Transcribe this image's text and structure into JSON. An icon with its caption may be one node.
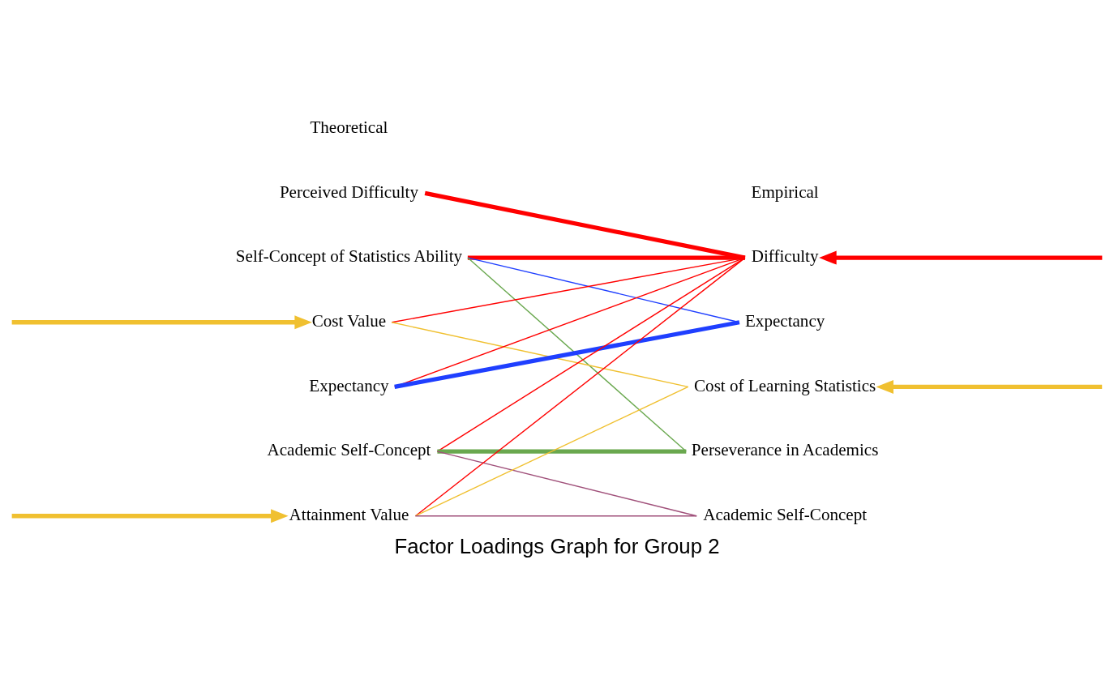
{
  "diagram": {
    "caption": "Factor Loadings Graph for Group 2",
    "nodes": [
      {
        "text": [
          "Perceived Difficulty"
        ]
      },
      {
        "text": [
          "Self-Concept of Statistics Ability"
        ]
      },
      {
        "text": [
          "Cost Value"
        ]
      },
      {
        "text": [
          "Expectancy"
        ]
      },
      {
        "text": [
          "Academic Self-Concept"
        ]
      },
      {
        "text": [
          "Attainment Value"
        ]
      },
      {
        "text": [
          "Difficulty"
        ]
      },
      {
        "text": [
          "Expectancy"
        ]
      },
      {
        "text": [
          "Cost of Learning Statistics"
        ]
      },
      {
        "text": [
          "Perseverance in Academics"
        ]
      },
      {
        "text": [
          "Academic Self-Concept"
        ]
      }
    ],
    "edges": [
      {
        "from": 0,
        "to": 6,
        "arrow": "none",
        "style": "thick"
      },
      {
        "from": 1,
        "to": 6,
        "arrow": "none",
        "style": "thick"
      },
      {
        "from": 1,
        "to": 7,
        "arrow": "none",
        "color": "#1f3fff"
      },
      {
        "from": 1,
        "to": 9,
        "arrow": "none",
        "color": "#6aa84f"
      },
      {
        "from": 2,
        "to": 6,
        "arrow": "none"
      },
      {
        "from": 2,
        "to": 8,
        "arrow": "none",
        "color": "#f0c030"
      },
      {
        "from": 3,
        "to": 6,
        "arrow": "none"
      },
      {
        "from": 3,
        "to": 7,
        "arrow": "none",
        "style": "thick",
        "color": "#1f3fff"
      },
      {
        "from": 4,
        "to": 6,
        "arrow": "none"
      },
      {
        "from": 4,
        "to": 9,
        "arrow": "none",
        "style": "thick",
        "color": "#6aa84f"
      },
      {
        "from": 4,
        "to": 10,
        "arrow": "none",
        "color": "#a0507a"
      },
      {
        "from": 5,
        "to": 6,
        "arrow": "none"
      },
      {
        "from": 5,
        "to": 8,
        "arrow": "none",
        "color": "#f0c030"
      },
      {
        "from": 5,
        "to": 10,
        "arrow": "none",
        "color": "#a0507a"
      },
      {
        "from": null,
        "to": 6,
        "arrow": "to",
        "style": "thick"
      },
      {
        "from": null,
        "to": 8,
        "arrow": "to",
        "style": "thick",
        "color": "#f0c030"
      },
      {
        "from": null,
        "to": 2,
        "arrow": "to",
        "style": "thick",
        "color": "#f0c030"
      },
      {
        "from": null,
        "to": 5,
        "arrow": "to",
        "style": "thick",
        "color": "#f0c030"
      }
    ],
    "labels": [
      "Theoretical",
      "Empirical"
    ]
  }
}
